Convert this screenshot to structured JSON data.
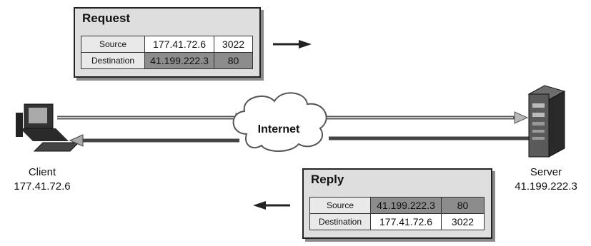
{
  "request": {
    "title": "Request",
    "rows": [
      {
        "label": "Source",
        "ip": "177.41.72.6",
        "port": "3022"
      },
      {
        "label": "Destination",
        "ip": "41.199.222.3",
        "port": "80"
      }
    ]
  },
  "reply": {
    "title": "Reply",
    "rows": [
      {
        "label": "Source",
        "ip": "41.199.222.3",
        "port": "80"
      },
      {
        "label": "Destination",
        "ip": "177.41.72.6",
        "port": "3022"
      }
    ]
  },
  "network": {
    "label": "Internet"
  },
  "client": {
    "name": "Client",
    "ip": "177.41.72.6",
    "icon": "computer-icon"
  },
  "server": {
    "name": "Server",
    "ip": "41.199.222.3",
    "icon": "server-tower-icon"
  },
  "colors": {
    "panel": "#dedede",
    "highlight": "#8c8c8c",
    "line": "#555555",
    "arrow_fill": "#b8b8b8"
  }
}
